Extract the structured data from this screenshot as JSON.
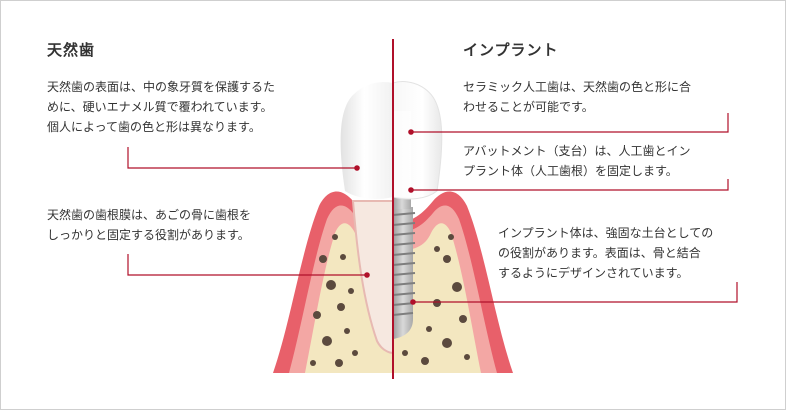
{
  "left": {
    "title": "天然歯",
    "enamel_text": "天然歯の表面は、中の象牙質を保護するた\nめに、硬いエナメル質で覆われています。\n個人によって歯の色と形は異なります。",
    "ligament_text": "天然歯の歯根膜は、あごの骨に歯根を\nしっかりと固定する役割があります。"
  },
  "right": {
    "title": "インプラント",
    "crown_text": "セラミック人工歯は、天然歯の色と形に合\nわせることが可能です。",
    "abutment_text": "アバットメント（支台）は、人工歯とイン\nプラント体（人工歯根）を固定します。",
    "fixture_text": "インプラント体は、強固な土台としての\nの役割があります。表面は、骨と結合\nするようにデザインされています。"
  },
  "colors": {
    "gum": "#e8606a",
    "gum_light": "#f3a7a4",
    "bone": "#f3e7c0",
    "bone_spots": "#5b4a3e",
    "divider": "#b0102a",
    "leader": "#b0102a",
    "text": "#333333"
  }
}
